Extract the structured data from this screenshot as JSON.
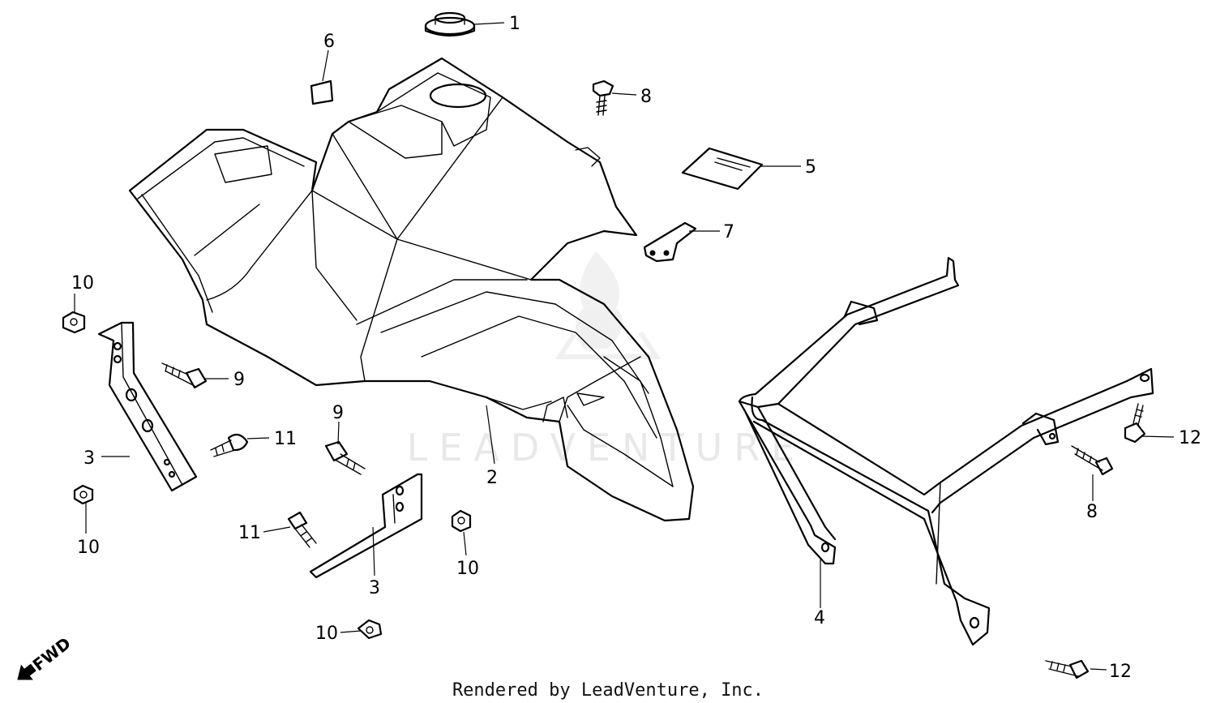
{
  "watermark": "LEADVENTURE",
  "footer": "Rendered by LeadVenture, Inc.",
  "direction_indicator": "FWD",
  "callouts": [
    "1",
    "2",
    "3",
    "3",
    "4",
    "5",
    "6",
    "7",
    "8",
    "8",
    "9",
    "9",
    "10",
    "10",
    "10",
    "10",
    "11",
    "11",
    "12",
    "12"
  ],
  "colors": {
    "line": "#000000",
    "background": "#ffffff",
    "watermark": "#e8e8e8"
  }
}
